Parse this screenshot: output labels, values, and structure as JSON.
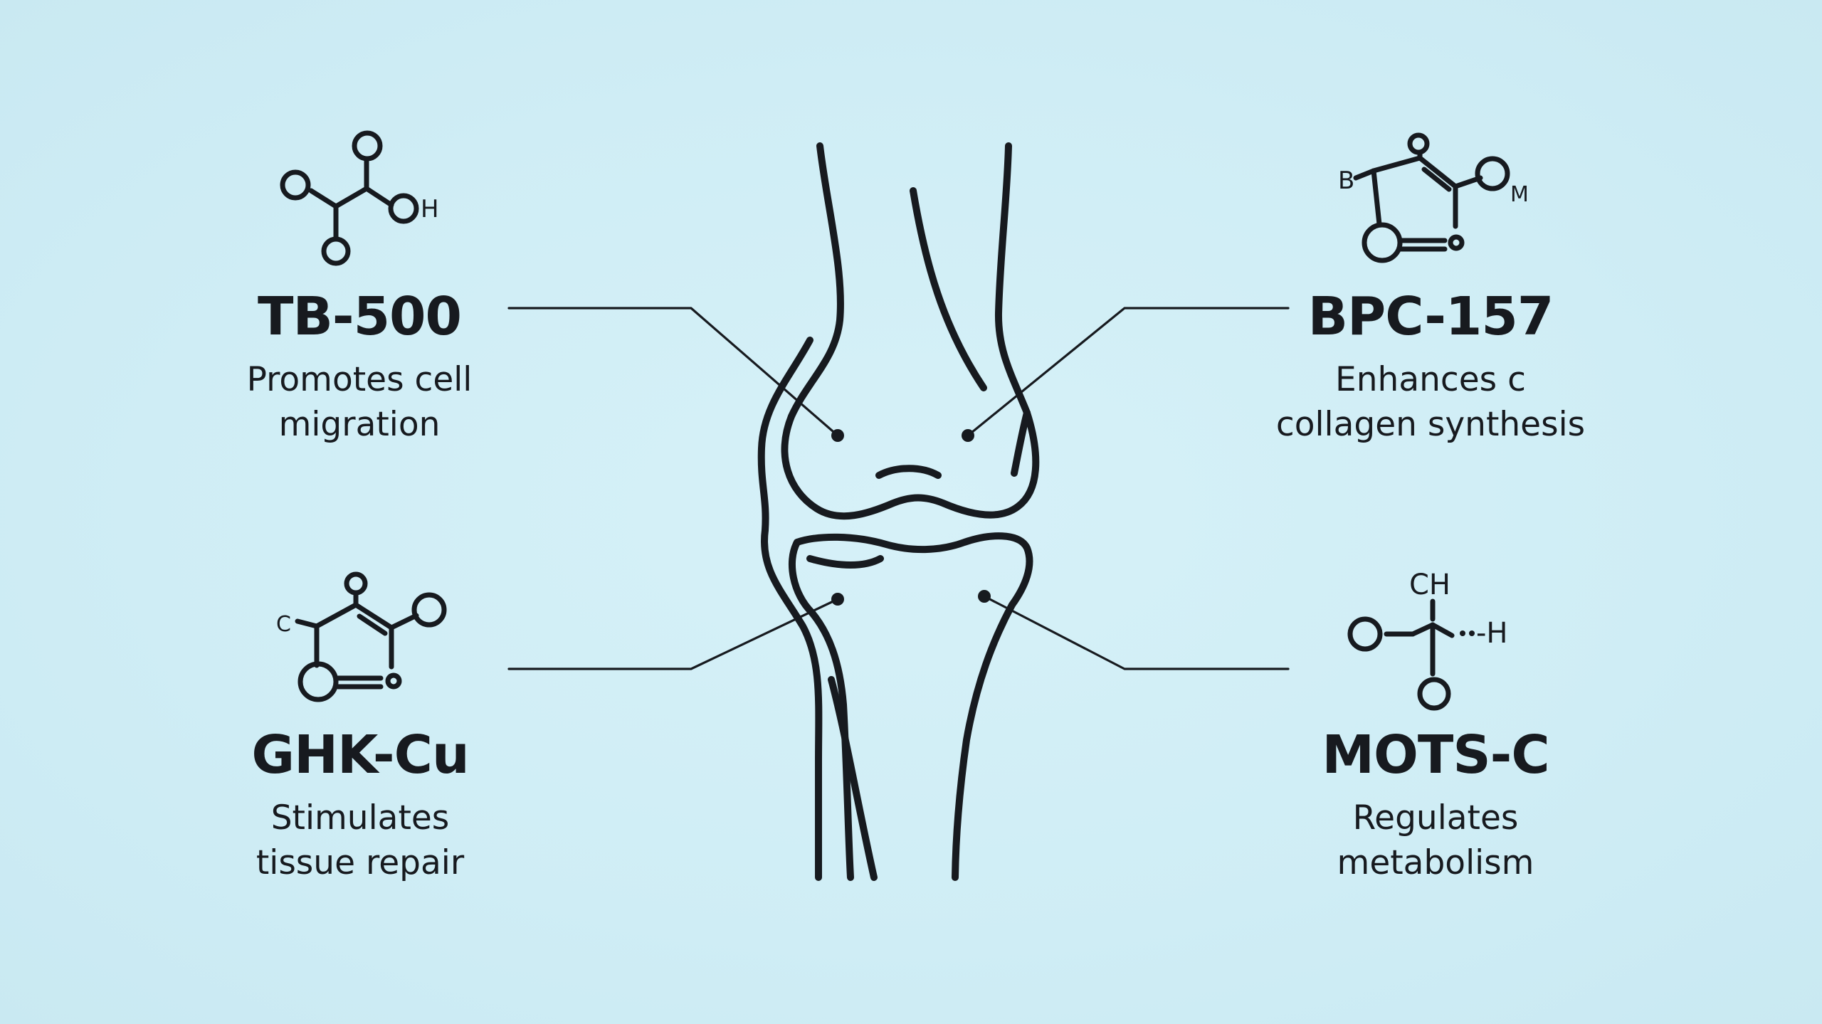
{
  "colors": {
    "background": "#d3eef5",
    "ink": "#171a1f"
  },
  "peptides": [
    {
      "id": "tb500",
      "name": "TB-500",
      "desc_line1": "Promotes cell",
      "desc_line2": "migration",
      "atoms": [
        "H"
      ]
    },
    {
      "id": "bpc157",
      "name": "BPC-157",
      "desc_line1": "Enhances c",
      "desc_line2": "collagen synthesis",
      "atoms": [
        "B",
        "M"
      ]
    },
    {
      "id": "ghkcu",
      "name": "GHK-Cu",
      "desc_line1": "Stimulates",
      "desc_line2": "tissue repair",
      "atoms": [
        "C"
      ]
    },
    {
      "id": "motsc",
      "name": "MOTS-C",
      "desc_line1": "Regulates",
      "desc_line2": "metabolism",
      "atoms": [
        "CH",
        "-H"
      ]
    }
  ],
  "icons": [
    "knee-joint-icon",
    "molecule-icon"
  ]
}
